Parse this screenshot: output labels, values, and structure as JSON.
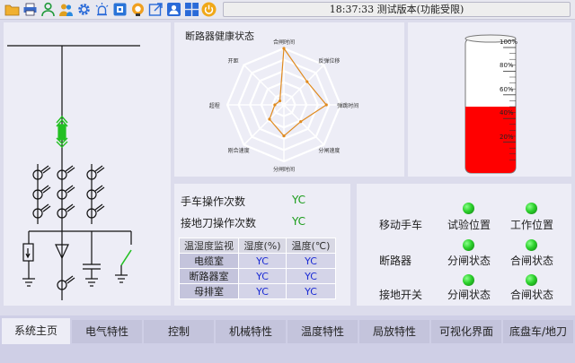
{
  "toolbar": {
    "icons": [
      "folder-icon",
      "printer-icon",
      "user-icon",
      "user-group-icon",
      "gear-icon",
      "alarm-light-icon",
      "chip-icon",
      "headset-icon",
      "export-icon",
      "person-card-icon",
      "windows-grid-icon",
      "power-icon"
    ],
    "status_text": "18:37:33 测试版本(功能受限)"
  },
  "radar": {
    "title": "断路器健康状态",
    "labels": [
      "合闸时间",
      "反弹位移",
      "弹跳时间",
      "分闸速度",
      "分闸时间",
      "刚合速度",
      "超程",
      "开距"
    ],
    "values": [
      1.0,
      0.58,
      0.75,
      0.42,
      0.55,
      0.36,
      0.16,
      0.1
    ],
    "line_color": "#e08a1e",
    "grid_color": "#ffffff"
  },
  "gauge": {
    "ticks": [
      "100%",
      "80%",
      "60%",
      "40%",
      "20%"
    ],
    "level": 0.5,
    "fill_color": "#ff0000"
  },
  "counts": {
    "handcart_label": "手车操作次数",
    "handcart_value": "YC",
    "earth_label": "接地刀操作次数",
    "earth_value": "YC"
  },
  "th_table": {
    "headers": [
      "温湿度监视",
      "湿度(%)",
      "温度(℃)"
    ],
    "rows": [
      {
        "name": "电缆室",
        "hum": "YC",
        "temp": "YC"
      },
      {
        "name": "断路器室",
        "hum": "YC",
        "temp": "YC"
      },
      {
        "name": "母排室",
        "hum": "YC",
        "temp": "YC"
      }
    ]
  },
  "status": {
    "rows": [
      {
        "label": "移动手车",
        "a": "试验位置",
        "b": "工作位置"
      },
      {
        "label": "断路器",
        "a": "分闸状态",
        "b": "合闸状态"
      },
      {
        "label": "接地开关",
        "a": "分闸状态",
        "b": "合闸状态"
      }
    ],
    "led_color": "#2bd02b"
  },
  "tabs": [
    "系统主页",
    "电气特性",
    "控制",
    "机械特性",
    "温度特性",
    "局放特性",
    "可视化界面",
    "底盘车/地刀"
  ],
  "active_tab": 0
}
